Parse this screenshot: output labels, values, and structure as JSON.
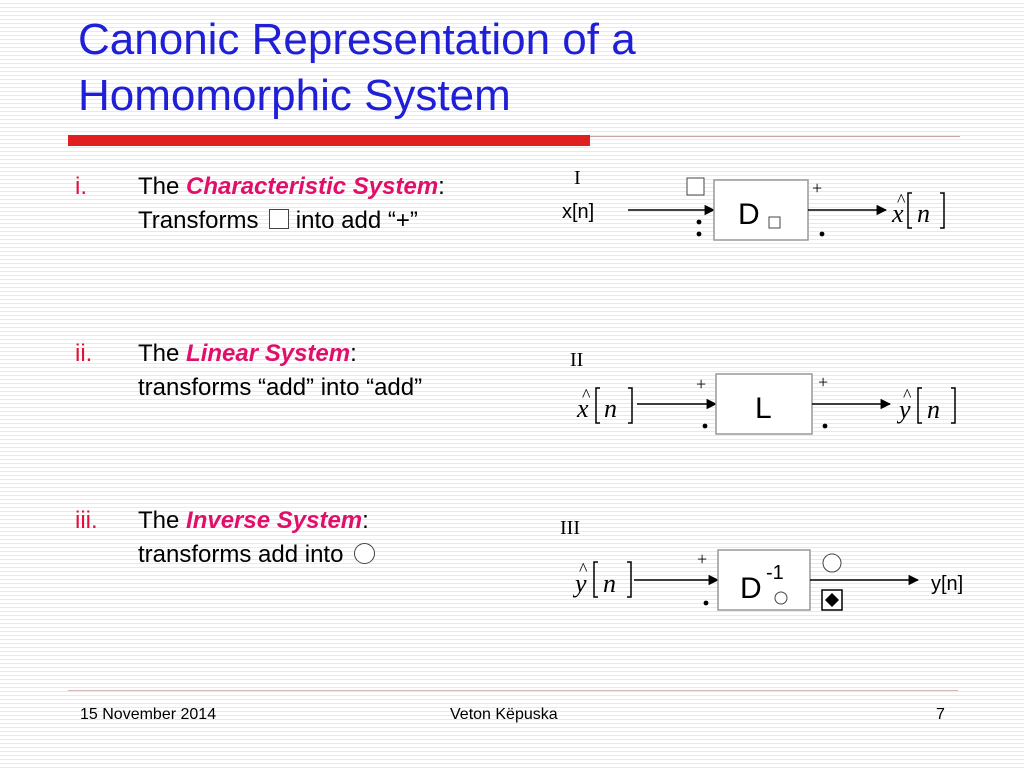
{
  "title": {
    "line1": "Canonic Representation of a",
    "line2": "Homomorphic System"
  },
  "items": [
    {
      "numeral": "i.",
      "lead": "The ",
      "keyword": "Characteristic System",
      "rest": ": Transforms ",
      "symbol": "square-operator-icon",
      "rest2": " into add “+”"
    },
    {
      "numeral": "ii.",
      "lead": "The ",
      "keyword": "Linear System",
      "rest": ": transforms “add” into “add”"
    },
    {
      "numeral": "iii.",
      "lead": "The ",
      "keyword": "Inverse System",
      "rest": ": transforms add into ",
      "symbol": "circle-operator-icon"
    }
  ],
  "diagrams": [
    {
      "label": "I",
      "input": "x[n]",
      "block": "D",
      "block_sub_symbol": "square-operator-icon",
      "input_operation_symbol": "square-operator-icon",
      "output_operation": "+",
      "output": {
        "base": "x",
        "hat": "^",
        "index": "n"
      }
    },
    {
      "label": "II",
      "input": {
        "base": "x",
        "hat": "^",
        "index": "n"
      },
      "block": "L",
      "input_operation": "+",
      "output_operation": "+",
      "output": {
        "base": "y",
        "hat": "^",
        "index": "n"
      }
    },
    {
      "label": "III",
      "input": {
        "base": "y",
        "hat": "^",
        "index": "n"
      },
      "block": "D",
      "block_superscript": "-1",
      "block_sub_symbol": "circle-operator-icon",
      "input_operation": "+",
      "output_operation_symbols": [
        "circle-operator-icon",
        "diamond-operator-icon"
      ],
      "output": "y[n]"
    }
  ],
  "footer": {
    "date": "15 November 2014",
    "author": "Veton Këpuska",
    "page": "7"
  },
  "colors": {
    "title": "#1f1fd6",
    "numeral": "#e0103a",
    "keyword": "#e0106a",
    "accent_rule": "#e02020"
  }
}
